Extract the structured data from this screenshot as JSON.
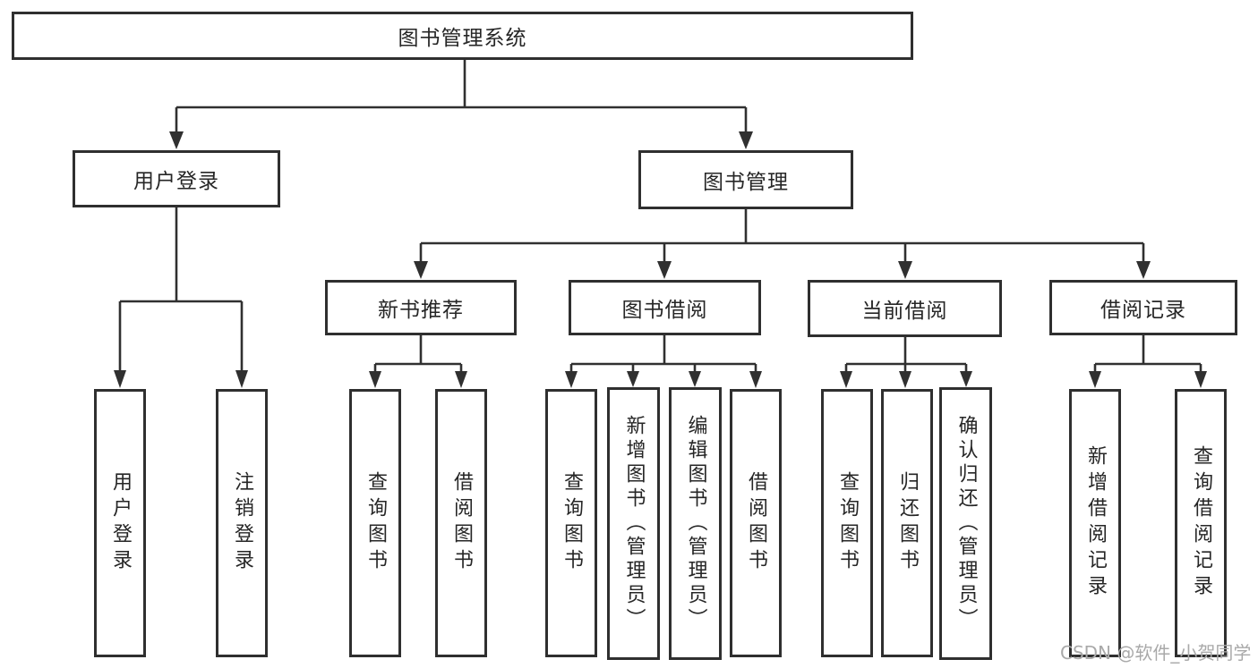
{
  "root": {
    "label": "图书管理系统"
  },
  "branches": {
    "userLogin": {
      "label": "用户登录",
      "leaves": [
        {
          "label": "用户登录"
        },
        {
          "label": "注销登录"
        }
      ]
    },
    "bookMgmt": {
      "label": "图书管理"
    },
    "newBookRec": {
      "label": "新书推荐",
      "leaves": [
        {
          "label": "查询图书"
        },
        {
          "label": "借阅图书"
        }
      ]
    },
    "bookBorrow": {
      "label": "图书借阅",
      "leaves": [
        {
          "label": "查询图书"
        },
        {
          "label": "新增图书（管理员）"
        },
        {
          "label": "编辑图书（管理员）"
        },
        {
          "label": "借阅图书"
        }
      ]
    },
    "currentBorrow": {
      "label": "当前借阅",
      "leaves": [
        {
          "label": "查询图书"
        },
        {
          "label": "归还图书"
        },
        {
          "label": "确认归还（管理员）"
        }
      ]
    },
    "borrowRecord": {
      "label": "借阅记录",
      "leaves": [
        {
          "label": "新增借阅记录"
        },
        {
          "label": "查询借阅记录"
        }
      ]
    }
  },
  "watermark": {
    "text": "CSDN @软件_小贺同学"
  },
  "colors": {
    "line": "#303030",
    "text": "#262626",
    "watermark": "#a9a9a9",
    "background": "#ffffff"
  }
}
